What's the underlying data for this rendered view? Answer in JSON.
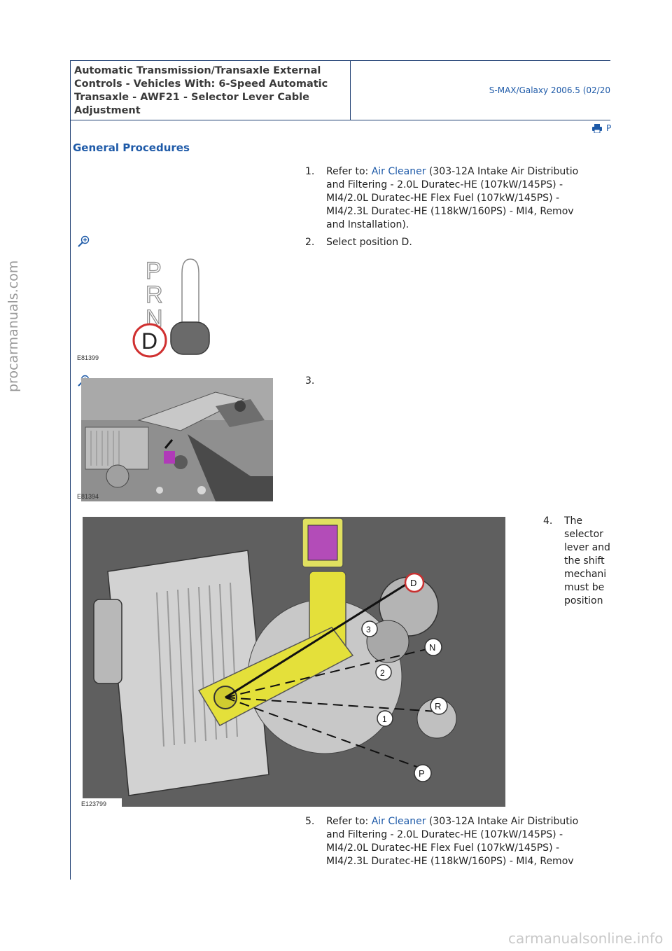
{
  "header": {
    "title": "Automatic Transmission/Transaxle External Controls - Vehicles With: 6-Speed Automatic Transaxle - AWF21 - Selector Lever Cable Adjustment",
    "model": "S-MAX/Galaxy 2006.5 (02/20",
    "print_label": "P"
  },
  "section_title": "General Procedures",
  "steps": [
    {
      "num": "1.",
      "prefix": "Refer to: ",
      "link": "Air Cleaner",
      "line1_rest": " (303-12A Intake Air Distributio",
      "line2": "and Filtering - 2.0L Duratec-HE (107kW/145PS) -",
      "line3": "MI4/2.0L Duratec-HE Flex Fuel (107kW/145PS) -",
      "line4": "MI4/2.3L Duratec-HE (118kW/160PS) - MI4, Remov",
      "line5": "and Installation)."
    },
    {
      "num": "2.",
      "text": "Select position D."
    },
    {
      "num": "3.",
      "text": ""
    },
    {
      "num": "4.",
      "line1": "The",
      "line2": "selector",
      "line3": "lever and",
      "line4": "the shift",
      "line5": "mechani",
      "line6": "must be",
      "line7": "position"
    },
    {
      "num": "5.",
      "prefix": "Refer to: ",
      "link": "Air Cleaner",
      "line1_rest": " (303-12A Intake Air Distributio",
      "line2": "and Filtering - 2.0L Duratec-HE (107kW/145PS) -",
      "line3": "MI4/2.0L Duratec-HE Flex Fuel (107kW/145PS) -",
      "line4": "MI4/2.3L Duratec-HE (118kW/160PS) - MI4, Remov"
    }
  ],
  "figures": {
    "fig1": {
      "id": "E81399",
      "letters": [
        "P",
        "R",
        "N",
        "D"
      ]
    },
    "fig2": {
      "id": "E81394"
    },
    "fig3": {
      "id": "E123799",
      "markers": [
        "D",
        "N",
        "R",
        "P",
        "3",
        "2",
        "1"
      ]
    }
  },
  "watermark_side": "procarmanuals.com",
  "watermark_bottom": "carmanualsonline.info",
  "icons": {
    "zoom": "zoom-in-icon",
    "print": "printer-icon"
  }
}
